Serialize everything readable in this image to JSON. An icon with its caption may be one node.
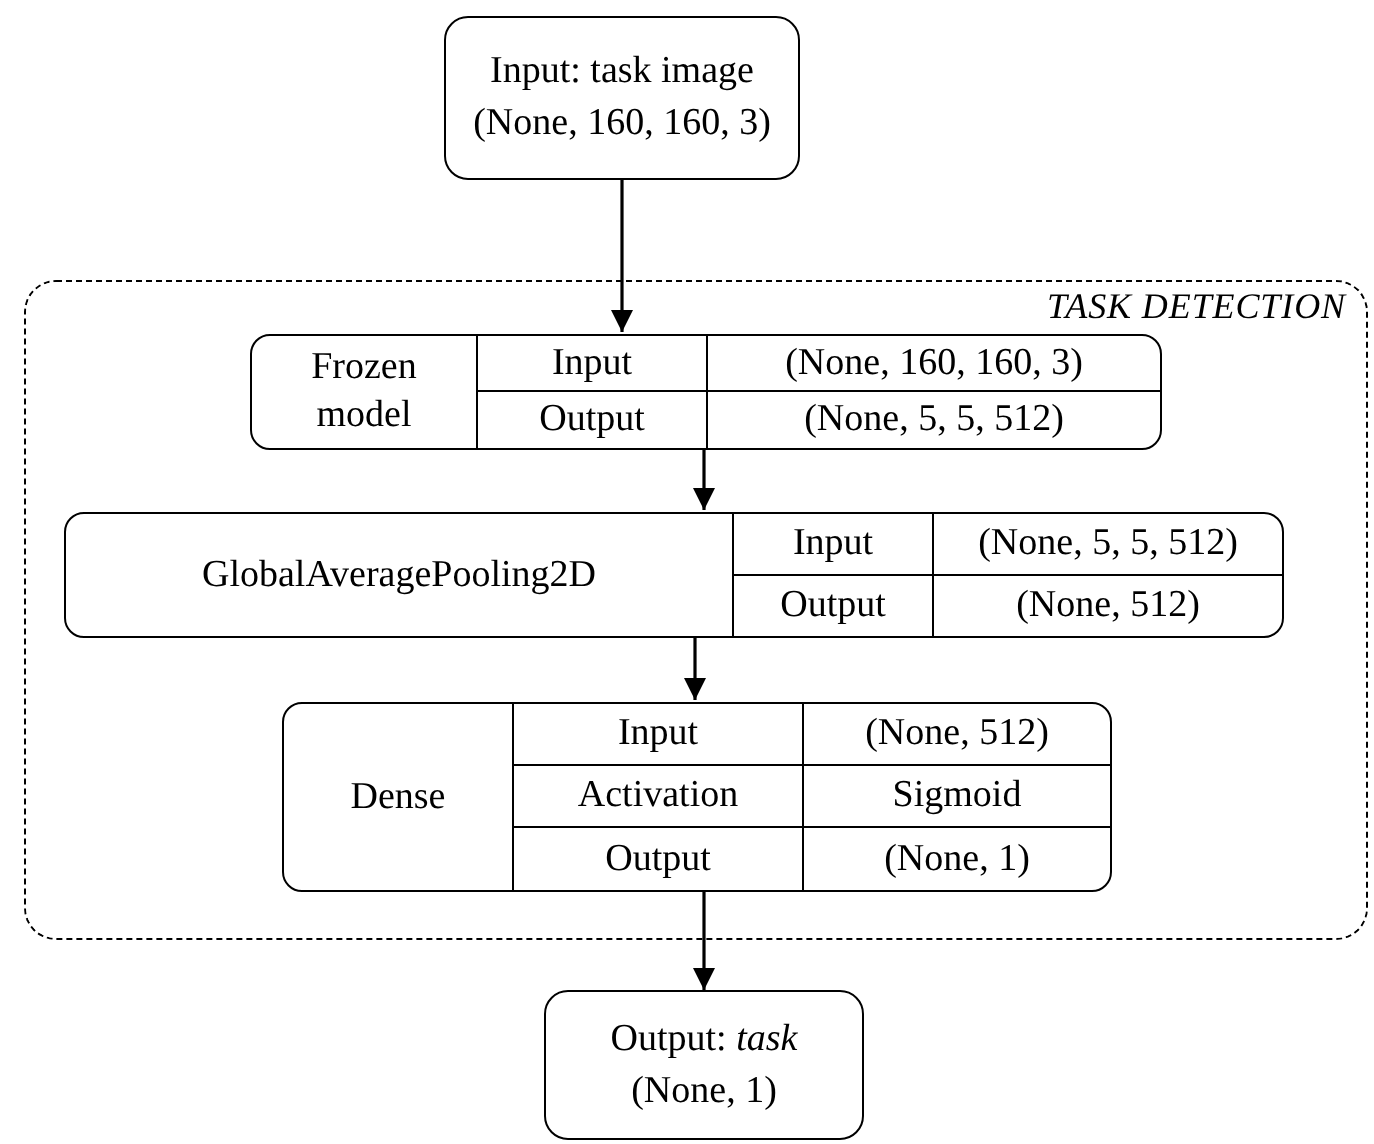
{
  "diagram": {
    "nodes": [
      {
        "text": [
          "Input: task image",
          "(None, 160, 160, 3)"
        ]
      },
      {
        "text": [
          "TASK DETECTION"
        ]
      },
      {
        "text": [
          "Frozen model",
          "Input",
          "(None, 160, 160, 3)",
          "Output",
          "(None, 5, 5, 512)"
        ],
        "in": 1
      },
      {
        "text": [
          "GlobalAveragePooling2D",
          "Input",
          "(None, 5, 5, 512)",
          "Output",
          "(None, 512)"
        ],
        "in": 1
      },
      {
        "text": [
          "Dense",
          "Input",
          "(None, 512)",
          "Activation",
          "Sigmoid",
          "Output",
          "(None, 1)"
        ],
        "in": 1
      },
      {
        "text": [
          "Output: *task*",
          "(None, 1)"
        ]
      }
    ],
    "edges": [
      {
        "from": 0,
        "to": 2,
        "arrow": "to"
      },
      {
        "from": 2,
        "to": 3,
        "arrow": "to"
      },
      {
        "from": 3,
        "to": 4,
        "arrow": "to"
      },
      {
        "from": 4,
        "to": 5,
        "arrow": "to"
      }
    ]
  }
}
